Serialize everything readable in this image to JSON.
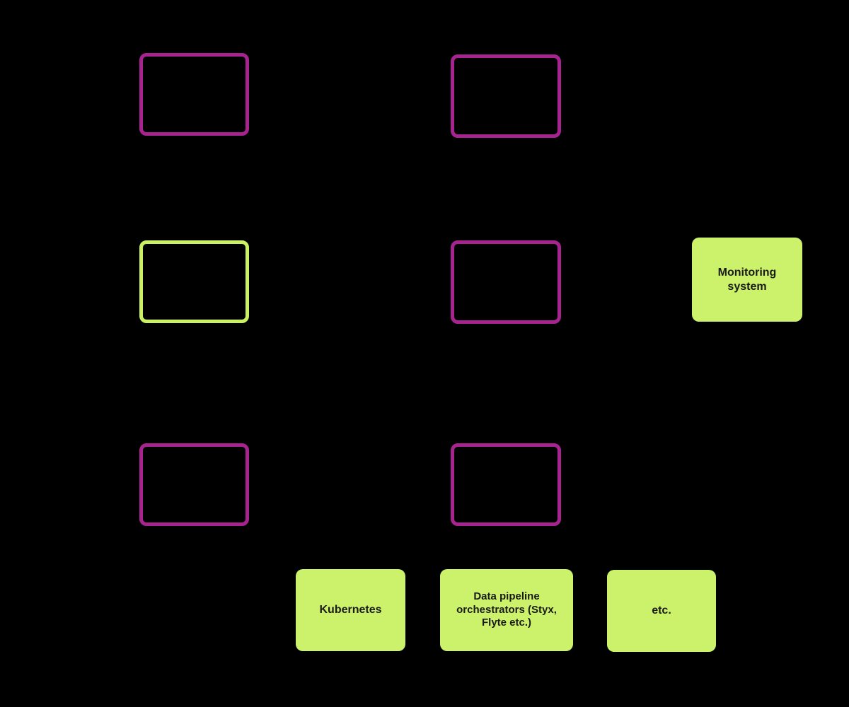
{
  "diagram": {
    "background": "#000000",
    "colors": {
      "magenta_outline": "#A72490",
      "lime_outline": "#C9F162",
      "lime_fill": "#CBF26A",
      "label_text": "#1A1A1A"
    },
    "outlined_nodes": {
      "row1_left": {
        "variant": "magenta",
        "label": ""
      },
      "row1_mid": {
        "variant": "magenta",
        "label": ""
      },
      "row2_left": {
        "variant": "lime",
        "label": ""
      },
      "row2_mid": {
        "variant": "magenta",
        "label": ""
      },
      "row3_left": {
        "variant": "magenta",
        "label": ""
      },
      "row3_mid": {
        "variant": "magenta",
        "label": ""
      }
    },
    "labeled_nodes": {
      "monitoring": {
        "label": "Monitoring system"
      },
      "kubernetes": {
        "label": "Kubernetes"
      },
      "orchestrators": {
        "label": "Data pipeline orchestrators (Styx, Flyte etc.)"
      },
      "etcetera": {
        "label": "etc."
      }
    }
  }
}
